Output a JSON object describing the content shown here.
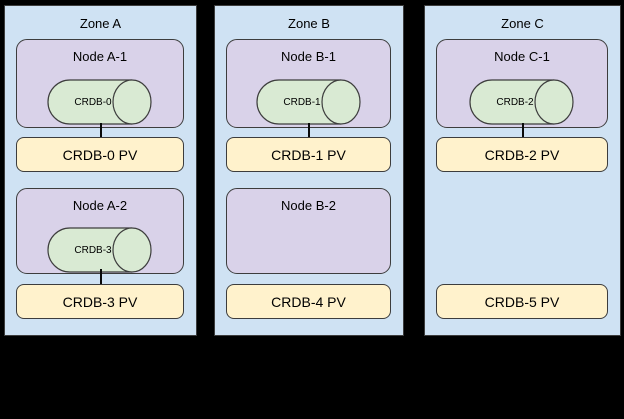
{
  "diagram": {
    "background_color": "#000000",
    "border_color": "#3d3d3d",
    "zone_fill": "#cfe2f3",
    "node_fill": "#d9d2e9",
    "pod_fill": "#d9ead3",
    "pv_fill": "#fff2cc",
    "zones": [
      {
        "title": "Zone A",
        "nodes": [
          {
            "title": "Node A-1",
            "pod": "CRDB-0"
          },
          {
            "title": "Node A-2",
            "pod": "CRDB-3"
          }
        ],
        "pvs": [
          {
            "label": "CRDB-0 PV",
            "connected": true
          },
          {
            "label": "CRDB-3 PV",
            "connected": true
          }
        ]
      },
      {
        "title": "Zone B",
        "nodes": [
          {
            "title": "Node B-1",
            "pod": "CRDB-1"
          },
          {
            "title": "Node B-2",
            "pod": null
          }
        ],
        "pvs": [
          {
            "label": "CRDB-1 PV",
            "connected": true
          },
          {
            "label": "CRDB-4 PV",
            "connected": false
          }
        ]
      },
      {
        "title": "Zone C",
        "nodes": [
          {
            "title": "Node C-1",
            "pod": "CRDB-2"
          }
        ],
        "pvs": [
          {
            "label": "CRDB-2 PV",
            "connected": true
          },
          {
            "label": "CRDB-5 PV",
            "connected": false
          }
        ]
      }
    ]
  }
}
